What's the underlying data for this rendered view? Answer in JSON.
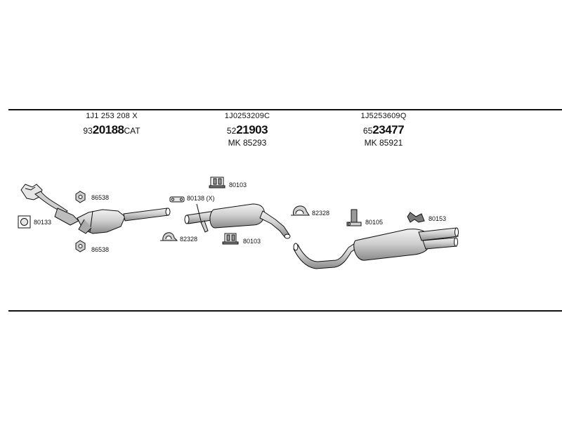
{
  "groups": [
    {
      "code": "1J1 253 208 X",
      "prefix": "93",
      "number": "20188",
      "suffix": "CAT",
      "mk": ""
    },
    {
      "code": "1J0253209C",
      "prefix": "52",
      "number": "21903",
      "suffix": "",
      "mk": "MK  85293"
    },
    {
      "code": "1J5253609Q",
      "prefix": "65",
      "number": "23477",
      "suffix": "",
      "mk": "MK  85921"
    }
  ],
  "part_labels": {
    "p80133": "80133",
    "p86538_top": "86538",
    "p86538_bottom": "86538",
    "p80138": "80138 (X)",
    "p82328_left": "82328",
    "p80103_top": "80103",
    "p80103_bottom": "80103",
    "p82328_right": "82328",
    "p80105": "80105",
    "p80153": "80153"
  },
  "colors": {
    "line": "#111111",
    "fill_light": "#e6e6e6",
    "fill_mid": "#bdbdbd",
    "fill_dark": "#7a7a7a"
  }
}
